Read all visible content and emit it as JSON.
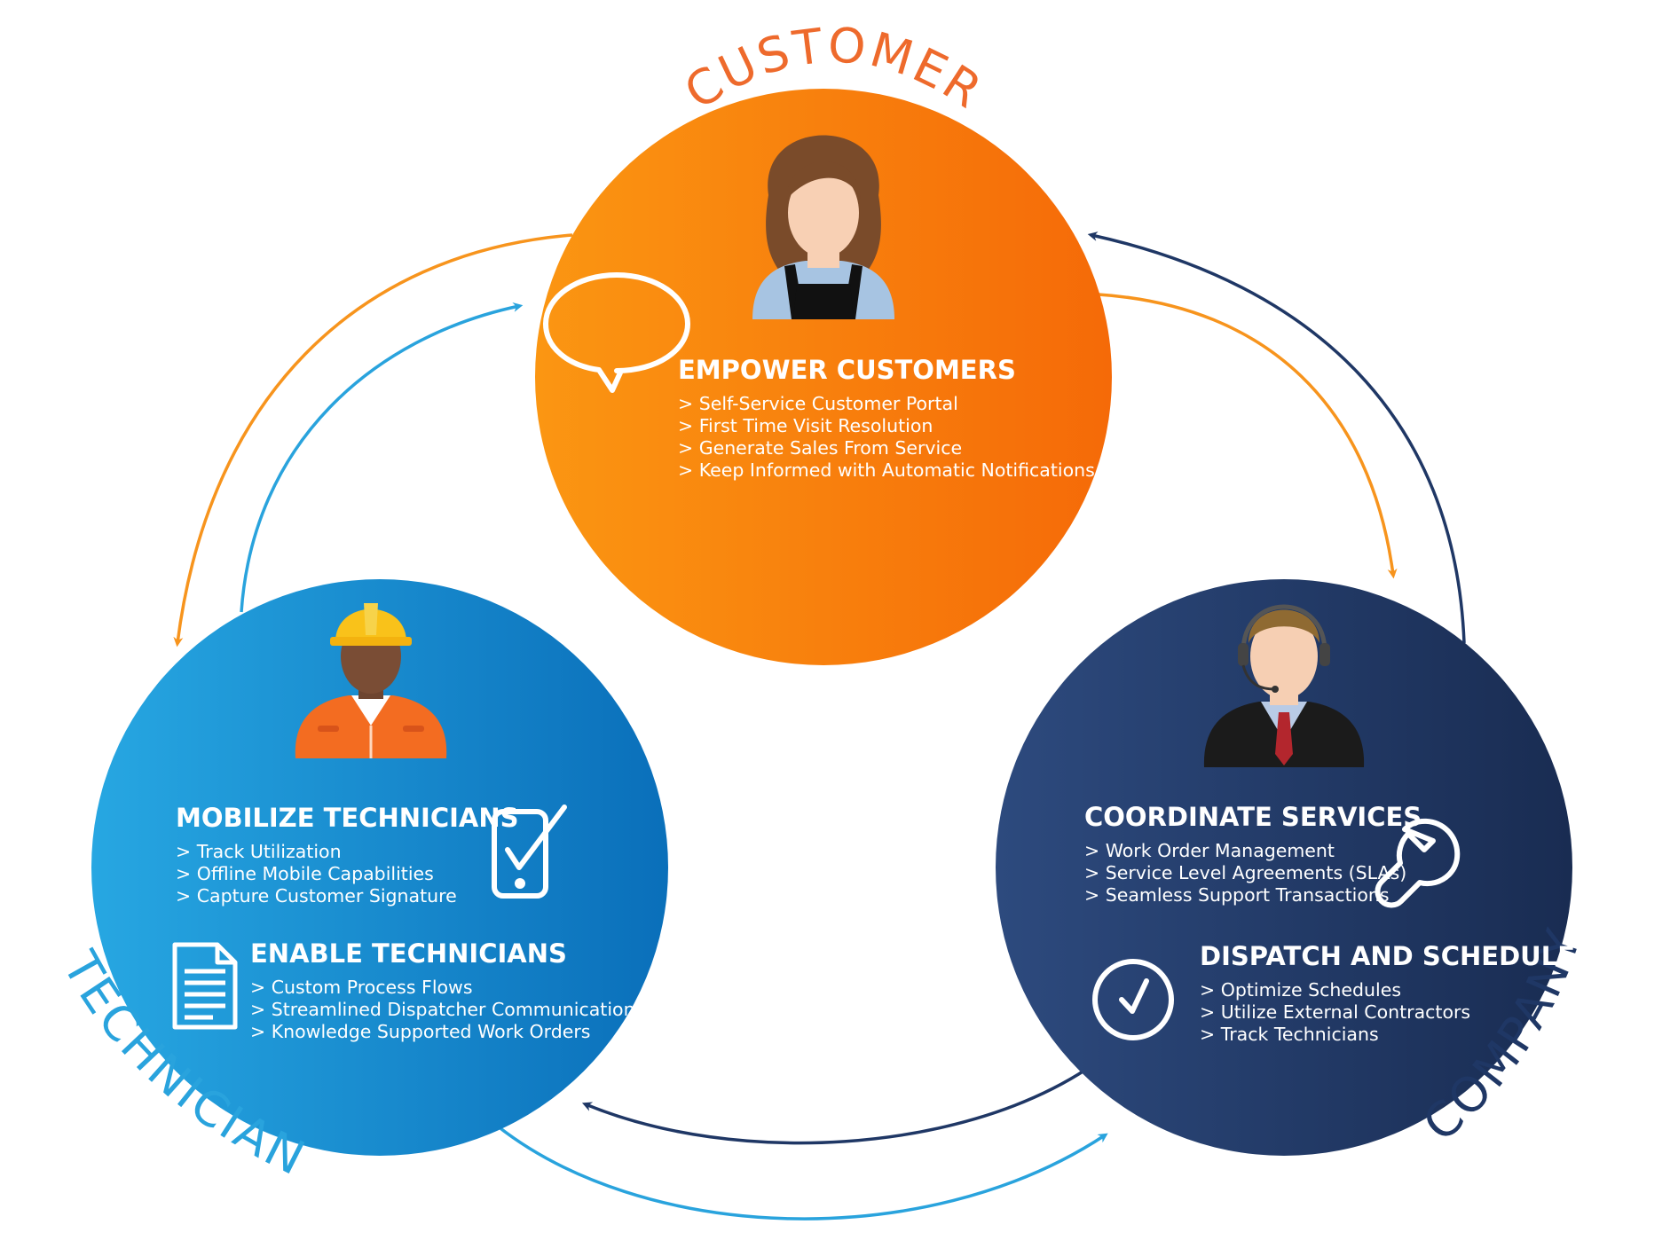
{
  "labels": {
    "customer": "CUSTOMER",
    "technician": "TECHNICIAN",
    "company": "COMPANY"
  },
  "customer_section": {
    "heading": "EMPOWER CUSTOMERS",
    "items": [
      "> Self-Service Customer Portal",
      "> First Time Visit Resolution",
      "> Generate Sales From Service",
      "> Keep Informed with Automatic Notifications"
    ]
  },
  "technician_sections": [
    {
      "heading": "MOBILIZE TECHNICIANS",
      "items": [
        "> Track Utilization",
        "> Offline Mobile Capabilities",
        "> Capture Customer Signature"
      ]
    },
    {
      "heading": "ENABLE TECHNICIANS",
      "items": [
        "> Custom Process Flows",
        "> Streamlined Dispatcher Communication",
        "> Knowledge Supported Work Orders"
      ]
    }
  ],
  "company_sections": [
    {
      "heading": "COORDINATE SERVICES",
      "items": [
        "> Work Order Management",
        "> Service Level Agreements (SLAs)",
        "> Seamless Support Transactions"
      ]
    },
    {
      "heading": "DISPATCH AND SCHEDULE",
      "items": [
        "> Optimize Schedules",
        "> Utilize External Contractors",
        "> Track Technicians"
      ]
    }
  ],
  "icons": {
    "customer_avatar": "woman-apron-icon",
    "technician_avatar": "worker-hardhat-icon",
    "company_avatar": "agent-headset-icon",
    "speech": "speech-bubble-icon",
    "phone": "phone-check-icon",
    "document": "document-icon",
    "wrench": "wrench-icon",
    "clock": "clock-check-icon"
  },
  "colors": {
    "customer_orange": "#f57c00",
    "technician_blue": "#1f8fd6",
    "company_navy": "#1f3765",
    "arrow_orange": "#f7941d",
    "arrow_light_blue": "#29a3dd",
    "arrow_navy": "#1f3765"
  }
}
